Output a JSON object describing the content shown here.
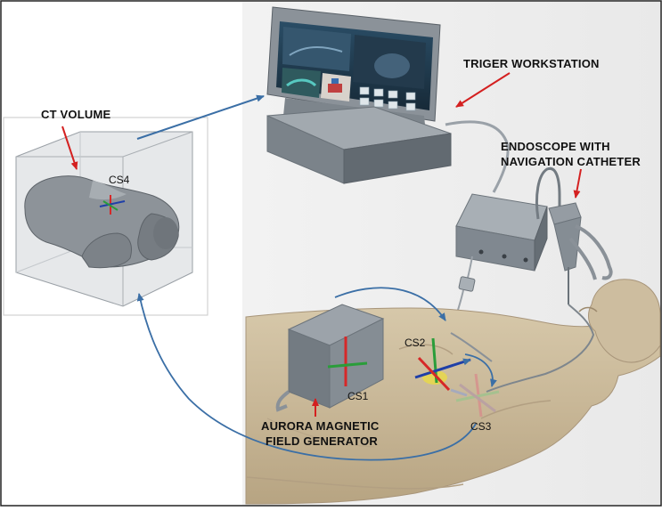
{
  "labels": {
    "ct_volume": "CT VOLUME",
    "workstation": "TRIGER WORKSTATION",
    "endoscope_line1": "ENDOSCOPE WITH",
    "endoscope_line2": "NAVIGATION CATHETER",
    "aurora_line1": "AURORA MAGNETIC",
    "aurora_line2": "FIELD GENERATOR",
    "cs1": "CS1",
    "cs2": "CS2",
    "cs3": "CS3",
    "cs4": "CS4"
  },
  "colors": {
    "arrow_red": "#d42020",
    "flow_arrow_blue": "#3b6fa6",
    "axis_red": "#d62828",
    "axis_green": "#2a9d3a",
    "axis_blue": "#1f3fa8",
    "hardware_gray": "#7a828a",
    "skin": "#c8b89c",
    "ct_box_fill": "#e4e6e8"
  }
}
